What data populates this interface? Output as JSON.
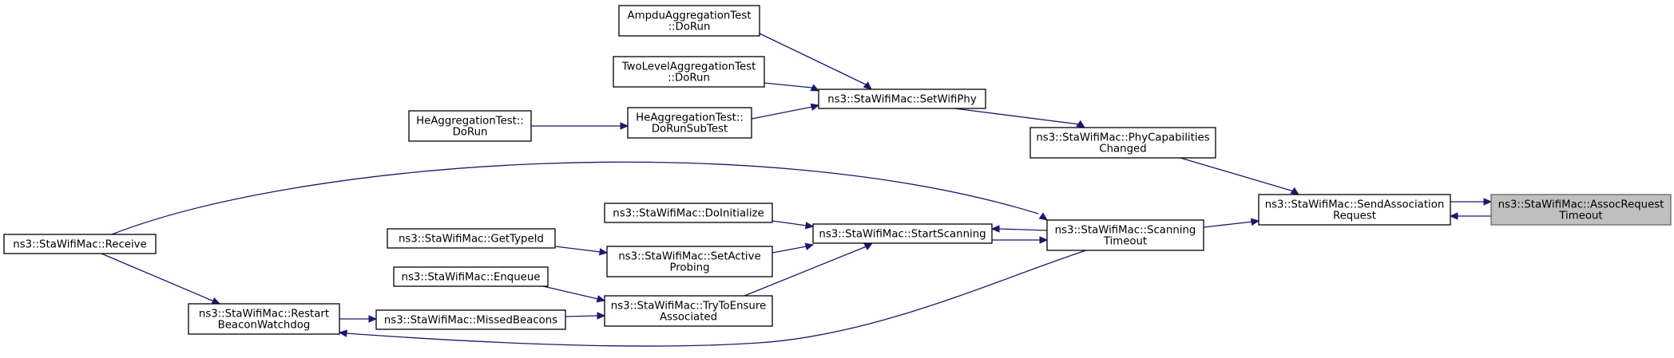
{
  "nodes": [
    {
      "id": "assoc_timeout",
      "lines": [
        "ns3::StaWifiMac::AssocRequest",
        "Timeout"
      ],
      "current": true
    },
    {
      "id": "send_assoc",
      "lines": [
        "ns3::StaWifiMac::SendAssociation",
        "Request"
      ]
    },
    {
      "id": "phy_caps",
      "lines": [
        "ns3::StaWifiMac::PhyCapabilities",
        "Changed"
      ]
    },
    {
      "id": "scanning_timeout",
      "lines": [
        "ns3::StaWifiMac::Scanning",
        "Timeout"
      ]
    },
    {
      "id": "set_wifi_phy",
      "lines": [
        "ns3::StaWifiMac::SetWifiPhy"
      ]
    },
    {
      "id": "ampdu_dorun",
      "lines": [
        "AmpduAggregationTest",
        "::DoRun"
      ]
    },
    {
      "id": "twolevel_dorun",
      "lines": [
        "TwoLevelAggregationTest",
        "::DoRun"
      ]
    },
    {
      "id": "he_dorunsub",
      "lines": [
        "HeAggregationTest::",
        "DoRunSubTest"
      ]
    },
    {
      "id": "he_dorun",
      "lines": [
        "HeAggregationTest::",
        "DoRun"
      ]
    },
    {
      "id": "start_scanning",
      "lines": [
        "ns3::StaWifiMac::StartScanning"
      ]
    },
    {
      "id": "do_initialize",
      "lines": [
        "ns3::StaWifiMac::DoInitialize"
      ]
    },
    {
      "id": "set_active_probing",
      "lines": [
        "ns3::StaWifiMac::SetActive",
        "Probing"
      ]
    },
    {
      "id": "get_type_id",
      "lines": [
        "ns3::StaWifiMac::GetTypeId"
      ]
    },
    {
      "id": "try_ensure",
      "lines": [
        "ns3::StaWifiMac::TryToEnsure",
        "Associated"
      ]
    },
    {
      "id": "enqueue",
      "lines": [
        "ns3::StaWifiMac::Enqueue"
      ]
    },
    {
      "id": "missed_beacons",
      "lines": [
        "ns3::StaWifiMac::MissedBeacons"
      ]
    },
    {
      "id": "restart_beacon",
      "lines": [
        "ns3::StaWifiMac::Restart",
        "BeaconWatchdog"
      ]
    },
    {
      "id": "receive",
      "lines": [
        "ns3::StaWifiMac::Receive"
      ]
    }
  ],
  "edges": [
    {
      "from": "send_assoc",
      "to": "assoc_timeout"
    },
    {
      "from": "assoc_timeout",
      "to": "send_assoc"
    },
    {
      "from": "phy_caps",
      "to": "send_assoc"
    },
    {
      "from": "scanning_timeout",
      "to": "send_assoc"
    },
    {
      "from": "set_wifi_phy",
      "to": "phy_caps"
    },
    {
      "from": "ampdu_dorun",
      "to": "set_wifi_phy"
    },
    {
      "from": "twolevel_dorun",
      "to": "set_wifi_phy"
    },
    {
      "from": "he_dorunsub",
      "to": "set_wifi_phy"
    },
    {
      "from": "he_dorun",
      "to": "he_dorunsub"
    },
    {
      "from": "receive",
      "to": "scanning_timeout"
    },
    {
      "from": "scanning_timeout",
      "to": "start_scanning"
    },
    {
      "from": "start_scanning",
      "to": "scanning_timeout"
    },
    {
      "from": "do_initialize",
      "to": "start_scanning"
    },
    {
      "from": "set_active_probing",
      "to": "start_scanning"
    },
    {
      "from": "try_ensure",
      "to": "start_scanning"
    },
    {
      "from": "get_type_id",
      "to": "set_active_probing"
    },
    {
      "from": "enqueue",
      "to": "try_ensure"
    },
    {
      "from": "missed_beacons",
      "to": "try_ensure"
    },
    {
      "from": "restart_beacon",
      "to": "missed_beacons"
    },
    {
      "from": "scanning_timeout",
      "to": "restart_beacon"
    },
    {
      "from": "receive",
      "to": "restart_beacon"
    }
  ]
}
